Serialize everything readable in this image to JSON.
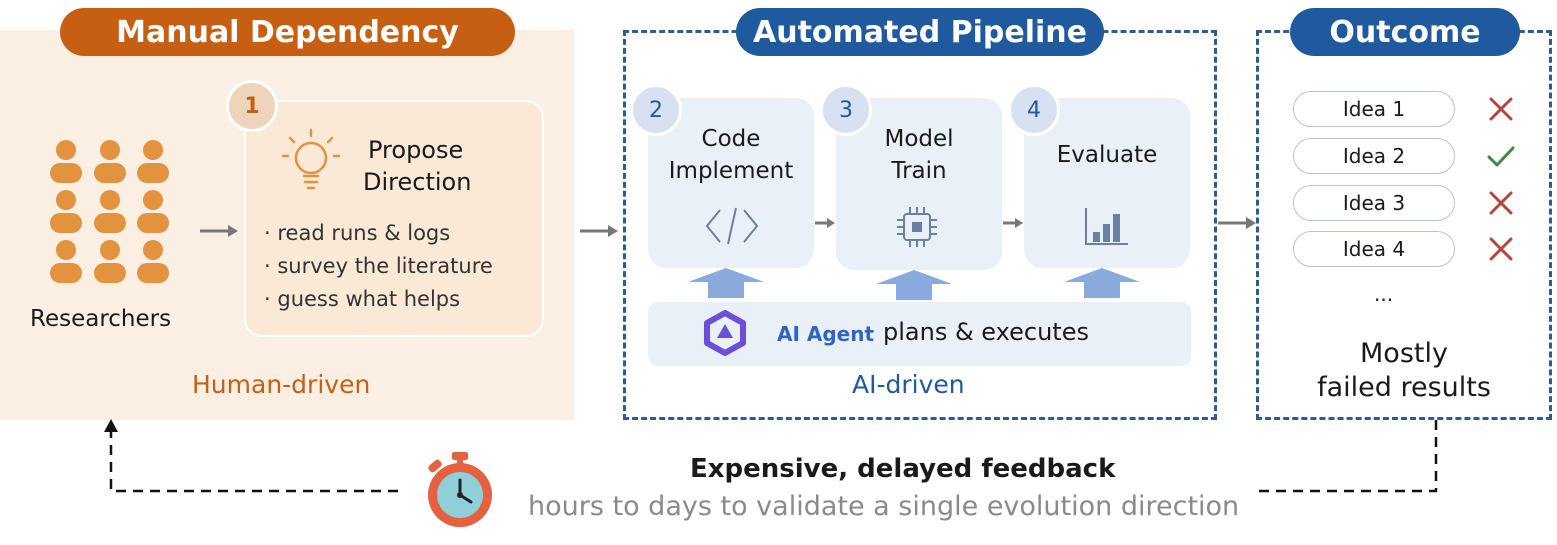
{
  "manual": {
    "title": "Manual Dependency",
    "researchers_label": "Researchers",
    "footer": "Human-driven",
    "step1": {
      "number": "1",
      "title_line1": "Propose",
      "title_line2": "Direction",
      "bullets": [
        "read runs & logs",
        "survey the literature",
        "guess what helps"
      ]
    }
  },
  "pipeline": {
    "title": "Automated Pipeline",
    "footer": "AI-driven",
    "steps": [
      {
        "number": "2",
        "line1": "Code",
        "line2": "Implement",
        "icon": "code-icon"
      },
      {
        "number": "3",
        "line1": "Model",
        "line2": "Train",
        "icon": "chip-icon"
      },
      {
        "number": "4",
        "line1": "Evaluate",
        "line2": "",
        "icon": "bar-chart-icon"
      }
    ],
    "agent_name": "AI Agent",
    "agent_text": "plans & executes"
  },
  "outcome": {
    "title": "Outcome",
    "ideas": [
      {
        "label": "Idea 1",
        "result": "fail"
      },
      {
        "label": "Idea 2",
        "result": "success"
      },
      {
        "label": "Idea 3",
        "result": "fail"
      },
      {
        "label": "Idea 4",
        "result": "fail"
      }
    ],
    "ellipsis": "...",
    "summary_line1": "Mostly",
    "summary_line2": "failed results"
  },
  "feedback": {
    "title": "Expensive, delayed feedback",
    "subtitle": "hours to days to validate a single evolution direction"
  },
  "colors": {
    "orange": "#c75f12",
    "blue": "#1f5a9e",
    "person": "#e3923d",
    "fail": "#b6463b",
    "success": "#3e8a3e"
  }
}
